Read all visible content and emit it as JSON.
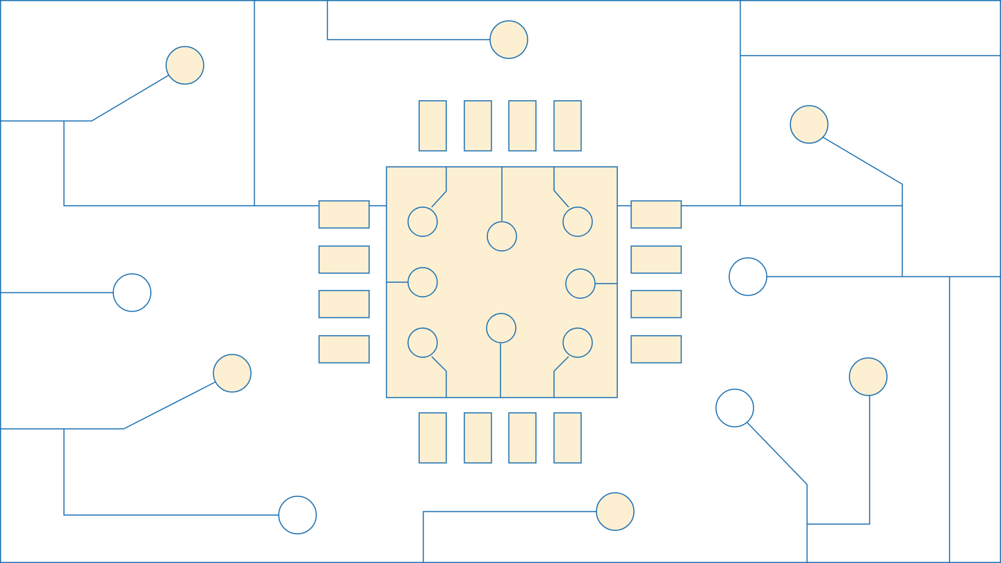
{
  "colors": {
    "background": "#ffffff",
    "trace": "#1a6fb0",
    "pad_fill": "#fcefd2"
  },
  "components": {
    "chip": "chip-body",
    "pins": "chip-pins",
    "vias": "vias",
    "traces": "traces"
  }
}
